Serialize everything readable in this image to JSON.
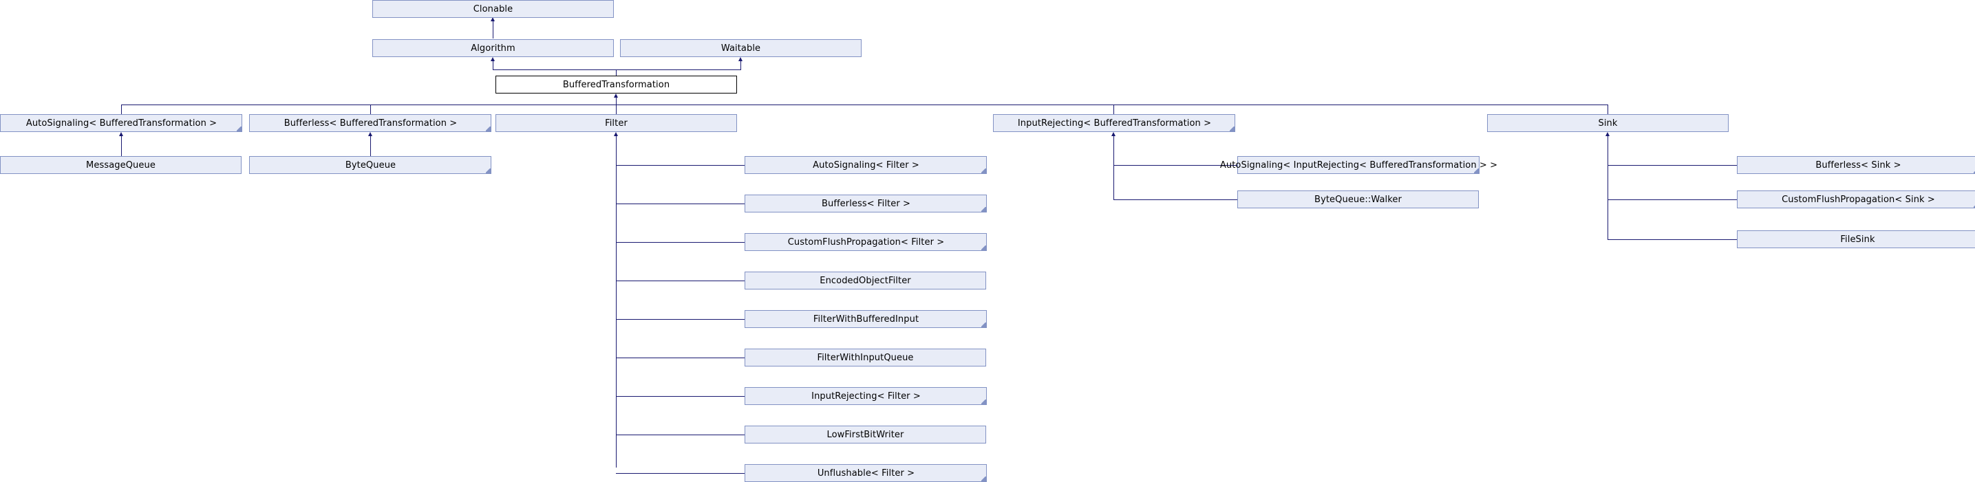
{
  "diagram": {
    "kind": "class-inheritance-graph",
    "style": "doxygen",
    "colors": {
      "node_fill": "#e8ecf7",
      "node_border": "#8292c4",
      "root_fill": "#ffffff",
      "root_border": "#000000",
      "edge": "#191970",
      "background": "#ffffff"
    },
    "nodes": {
      "clonable": {
        "label": "Clonable"
      },
      "algorithm": {
        "label": "Algorithm"
      },
      "waitable": {
        "label": "Waitable"
      },
      "buffered_transformation": {
        "label": "BufferedTransformation"
      },
      "autosignaling_bt": {
        "label": "AutoSignaling< BufferedTransformation >"
      },
      "bufferless_bt": {
        "label": "Bufferless< BufferedTransformation >"
      },
      "filter": {
        "label": "Filter"
      },
      "inputrejecting_bt": {
        "label": "InputRejecting< BufferedTransformation >"
      },
      "sink": {
        "label": "Sink"
      },
      "messagequeue": {
        "label": "MessageQueue"
      },
      "bytequeue": {
        "label": "ByteQueue"
      },
      "autosignaling_filter": {
        "label": "AutoSignaling< Filter >"
      },
      "bufferless_filter": {
        "label": "Bufferless< Filter >"
      },
      "customflush_filter": {
        "label": "CustomFlushPropagation< Filter >"
      },
      "encodedobjectfilter": {
        "label": "EncodedObjectFilter"
      },
      "filterwithbufferedinput": {
        "label": "FilterWithBufferedInput"
      },
      "filterwithinputqueue": {
        "label": "FilterWithInputQueue"
      },
      "inputrejecting_filter": {
        "label": "InputRejecting< Filter >"
      },
      "lowfirstbitwriter": {
        "label": "LowFirstBitWriter"
      },
      "unflushable_filter": {
        "label": "Unflushable< Filter >"
      },
      "autosignaling_ir_bt": {
        "label": "AutoSignaling< InputRejecting< BufferedTransformation > >"
      },
      "bytequeue_walker": {
        "label": "ByteQueue::Walker"
      },
      "bufferless_sink": {
        "label": "Bufferless< Sink >"
      },
      "customflush_sink": {
        "label": "CustomFlushPropagation< Sink >"
      },
      "filesink": {
        "label": "FileSink"
      }
    },
    "edges": [
      {
        "from": "algorithm",
        "to": "clonable"
      },
      {
        "from": "buffered_transformation",
        "to": "algorithm"
      },
      {
        "from": "buffered_transformation",
        "to": "waitable"
      },
      {
        "from": "autosignaling_bt",
        "to": "buffered_transformation"
      },
      {
        "from": "bufferless_bt",
        "to": "buffered_transformation"
      },
      {
        "from": "filter",
        "to": "buffered_transformation"
      },
      {
        "from": "inputrejecting_bt",
        "to": "buffered_transformation"
      },
      {
        "from": "sink",
        "to": "buffered_transformation"
      },
      {
        "from": "messagequeue",
        "to": "autosignaling_bt"
      },
      {
        "from": "bytequeue",
        "to": "bufferless_bt"
      },
      {
        "from": "autosignaling_filter",
        "to": "filter"
      },
      {
        "from": "bufferless_filter",
        "to": "filter"
      },
      {
        "from": "customflush_filter",
        "to": "filter"
      },
      {
        "from": "encodedobjectfilter",
        "to": "filter"
      },
      {
        "from": "filterwithbufferedinput",
        "to": "filter"
      },
      {
        "from": "filterwithinputqueue",
        "to": "filter"
      },
      {
        "from": "inputrejecting_filter",
        "to": "filter"
      },
      {
        "from": "lowfirstbitwriter",
        "to": "filter"
      },
      {
        "from": "unflushable_filter",
        "to": "filter"
      },
      {
        "from": "autosignaling_ir_bt",
        "to": "inputrejecting_bt"
      },
      {
        "from": "bytequeue_walker",
        "to": "inputrejecting_bt"
      },
      {
        "from": "bufferless_sink",
        "to": "sink"
      },
      {
        "from": "customflush_sink",
        "to": "sink"
      },
      {
        "from": "filesink",
        "to": "sink"
      }
    ]
  }
}
